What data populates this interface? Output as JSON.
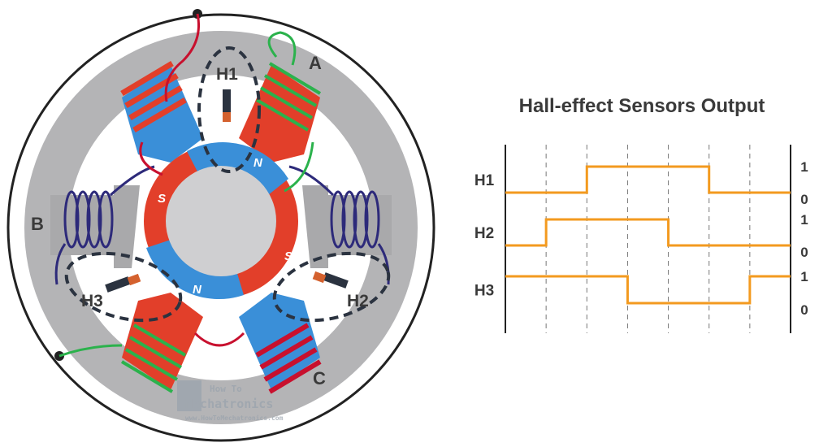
{
  "motor": {
    "phase_labels": [
      "A",
      "B",
      "C"
    ],
    "sensor_labels": [
      "H1",
      "H2",
      "H3"
    ],
    "rotor_poles": [
      "N",
      "S",
      "N",
      "S"
    ],
    "colors": {
      "stator": "#b4b4b6",
      "coil_red": "#e23f2a",
      "coil_blue": "#3a8fd8",
      "wire_red": "#c8102e",
      "wire_green": "#2bb24c",
      "wire_navy": "#2d2a7a",
      "outline": "#222222"
    }
  },
  "watermark": {
    "line1": "How To",
    "line2": "Mechatronics",
    "url": "www.HowToMechatronics.com"
  },
  "chart_data": {
    "type": "step-line",
    "title": "Hall-effect Sensors Output",
    "segments": 6,
    "level_labels": [
      "1",
      "0"
    ],
    "series": [
      {
        "name": "H1",
        "values": [
          0,
          0,
          1,
          1,
          1,
          0,
          0
        ]
      },
      {
        "name": "H2",
        "values": [
          0,
          1,
          1,
          1,
          0,
          0,
          0
        ]
      },
      {
        "name": "H3",
        "values": [
          1,
          1,
          1,
          0,
          0,
          0,
          1
        ]
      }
    ],
    "line_color": "#f39a1f",
    "grid": "dashed vertical"
  }
}
